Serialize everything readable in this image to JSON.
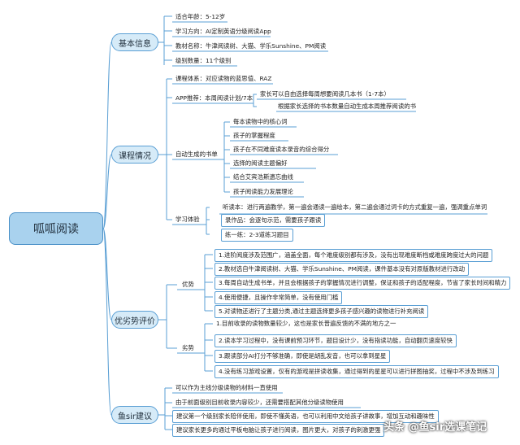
{
  "root": "呱呱阅读",
  "cat_basic": "基本信息",
  "basic": [
    "适合年龄：5-12岁",
    "学习方向：AI定制英语分级阅读App",
    "教材名称：牛津阅读树、大猫、学乐Sunshine、PM阅读",
    "级别数量：11个级别"
  ],
  "cat_course": "课程情况",
  "course_system": "课程体系：对应读物的蓝思值、RAZ",
  "app_rec": "APP推荐：本周阅读计划/7本",
  "app_rec_items": [
    "家长可以自由选择每周想要阅读几本书（1-7本）",
    "根据家长选择的书本数量自动生成本周推荐阅读的书"
  ],
  "auto_books": "自动生成的书单",
  "auto_books_items": [
    "每本读物中的核心词",
    "孩子的掌握程度",
    "孩子在不同难度读本录音的综合得分",
    "选择的阅读主题偏好",
    "结合艾宾浩斯遗忘曲线",
    "孩子阅读能力发展理论"
  ],
  "experience": "学习体验",
  "experience_items": [
    "听读本：进行两遍教学，第一遍会通读一遍绘本，第二遍会通过词卡的方式重复一遍，强调重点单词",
    "录作品：会逐句示范，需要孩子跟读",
    "练一练：2-3道练习题目"
  ],
  "cat_eval": "优劣势评价",
  "pros": "优势",
  "pros_items": [
    "1.进阶阅度涉及范围广，涵盖全面，每个难度级别都有涉及，没有出现难度断档或难度跨度过大的问题",
    "2.教材选自牛津阅读树、大猫、学乐Sunshine、PM阅读，课件基本没有对原版教材进行改动",
    "3.每周自动生成书单，并且会根据孩子的掌握情况进行调整，保证和孩子的适配程度，节省了家长时间和精力",
    "4.使用便捷，且操作非常简单，没有使用门槛",
    "5.对读物还进行了主题分类,通过主题选择更多孩子感兴趣的读物进行补充阅读"
  ],
  "cons": "劣势",
  "cons_items": [
    "1.目前收录的读物数量较少，这也是家长普遍反馈的不满的地方之一",
    "2.读本学习过程中，没有课前预习环节，题目设计少，没有指读功能，自动翻页速度较快",
    "3.跟读部分AI打分不够准确，即使是胡乱发音，也可以拿到星星",
    "4.没有练习游戏设置，仅有的游戏是拼读收集，通过得到的星星可以进行拼图抽奖，过程中不涉及到练习"
  ],
  "cat_advice": "鱼sir建议",
  "advice_items": [
    "可以作为主线分级读物的材料一直使用",
    "由于前面级别目前收录内容较少，还需要搭配其他分级读物使用",
    "建议第一个级别家长陪伴使用，即使不懂英语，也可以利用中文给孩子讲故事，增加互动和趣味性",
    "建议家长更多的通过平板电脑让孩子进行阅读，图片更大，对孩子的刺激更强"
  ],
  "watermark": "头条 @鱼sir选课笔记",
  "colors": {
    "line": "#5a9fd4",
    "root_fill": "#a9d2ee",
    "cat_fill": "#d6ebf8"
  }
}
